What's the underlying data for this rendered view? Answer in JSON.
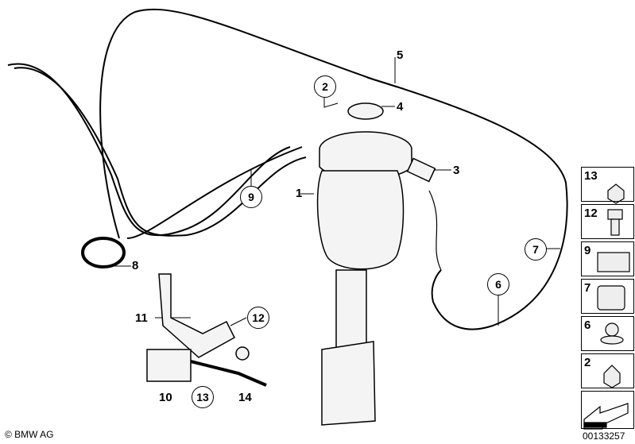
{
  "callouts": {
    "c1": "1",
    "c2": "2",
    "c3": "3",
    "c4": "4",
    "c5": "5",
    "c6": "6",
    "c7": "7",
    "c8": "8",
    "c9": "9",
    "c10": "10",
    "c11": "11",
    "c12": "12",
    "c13": "13",
    "c14": "14"
  },
  "legend": [
    "13",
    "12",
    "9",
    "7",
    "6",
    "2"
  ],
  "copyright": "© BMW AG",
  "diagram_code": "00133257"
}
